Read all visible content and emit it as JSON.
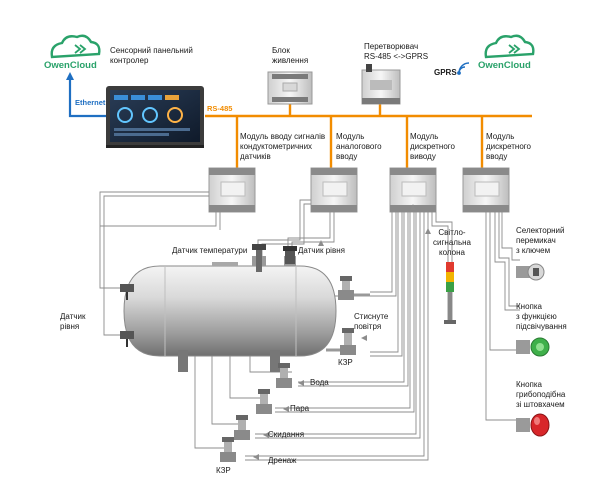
{
  "brand": {
    "name_left": "OwenCloud",
    "name_right": "OwenCloud",
    "colors": {
      "green": "#2aa26a",
      "bus_orange": "#f28c00",
      "ethernet_blue": "#1f6fc2"
    }
  },
  "buses": {
    "rs485": "RS-485",
    "ethernet": "Ethernet",
    "gprs": "GPRS"
  },
  "devices": {
    "panel": "Сенсорний панельний\nконтролер",
    "psu": "Блок\nживлення",
    "converter": "Перетворювач\nRS-485 <->GPRS",
    "mod_conductometric": "Модуль вводу сигналів\nкондуктометричних\nдатчиків",
    "mod_analog": "Модуль\nаналогового\nвводу",
    "mod_discrete_in": "Модуль\nдискретного\nвиводу",
    "mod_discrete_out": "Модуль\nдискретного\nвводу"
  },
  "sensors": {
    "temperature": "Датчик температури",
    "level_top": "Датчик рівня",
    "level_side": "Датчик\nрівня",
    "signal_column": "Світло-\nсигнальна\nколона"
  },
  "valves": {
    "compressed_air": "Стиснуте\nповітря",
    "kzr_top": "КЗР",
    "water": "Вода",
    "steam": "Пара",
    "discharge": "Скидання",
    "kzr_bottom": "КЗР",
    "drainage": "Дренаж"
  },
  "controls": {
    "key_switch": "Селекторний\nперемикач\nз ключем",
    "lit_button": "Кнопка\nз функцією\nпідсвічування",
    "mushroom_button": "Кнопка\nгрибоподібна\nзі штовхачем"
  }
}
